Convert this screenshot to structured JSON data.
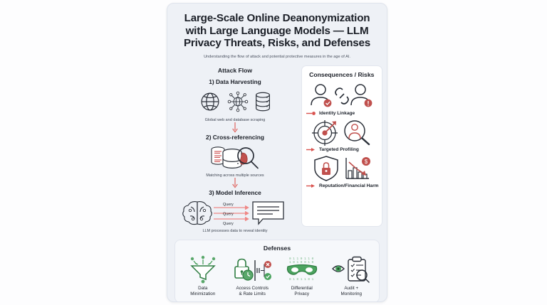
{
  "colors": {
    "card_bg": "#eef1f6",
    "ink": "#20252e",
    "accent_red": "#c94b4b",
    "accent_green": "#3f9b52",
    "outline": "#2a2f38"
  },
  "header": {
    "title_line1": "Large-Scale Online Deanonymization",
    "title_line2": "with Large Language Models — LLM",
    "title_line3": "Privacy Threats, Risks, and Defenses",
    "subtitle": "Understanding the flow of attack and potential protective measures in the age of AI."
  },
  "attack_flow": {
    "heading": "Attack Flow",
    "steps": [
      {
        "title": "1) Data Harvesting",
        "caption": "Global web and database scraping",
        "icons": [
          "globe-icon",
          "network-node-icon",
          "database-icon"
        ]
      },
      {
        "title": "2) Cross-referencing",
        "caption": "Matching across multiple sources",
        "icons": [
          "database-stack-icon",
          "magnifier-icon"
        ]
      },
      {
        "title": "3) Model Inference",
        "caption": "LLM processes data to reveal identity",
        "icons": [
          "brain-icon",
          "query-arrows-icon",
          "speech-bubble-icon"
        ],
        "query_labels": [
          "Query",
          "Query",
          "Query"
        ]
      }
    ]
  },
  "consequences": {
    "heading": "Consequences / Risks",
    "items": [
      {
        "label": "Identity Linkage",
        "icons": [
          "person-icon",
          "chain-link-icon",
          "person-alert-icon"
        ]
      },
      {
        "label": "Targeted Profiling",
        "icons": [
          "target-arrow-icon",
          "person-magnifier-icon"
        ]
      },
      {
        "label": "Reputation/Financial Harm",
        "icons": [
          "shield-lock-icon",
          "declining-chart-icon"
        ]
      }
    ]
  },
  "defenses": {
    "heading": "Defenses",
    "items": [
      {
        "label_line1": "Data",
        "label_line2": "Minimization",
        "icon": "funnel-icon"
      },
      {
        "label_line1": "Access Controls",
        "label_line2": "& Rate Limits",
        "icon": "padlock-clock-icon"
      },
      {
        "label_line1": "Differential",
        "label_line2": "Privacy",
        "icon": "mask-binary-icon"
      },
      {
        "label_line1": "Audit +",
        "label_line2": "Monitoring",
        "icon": "eye-clipboard-icon"
      }
    ]
  }
}
